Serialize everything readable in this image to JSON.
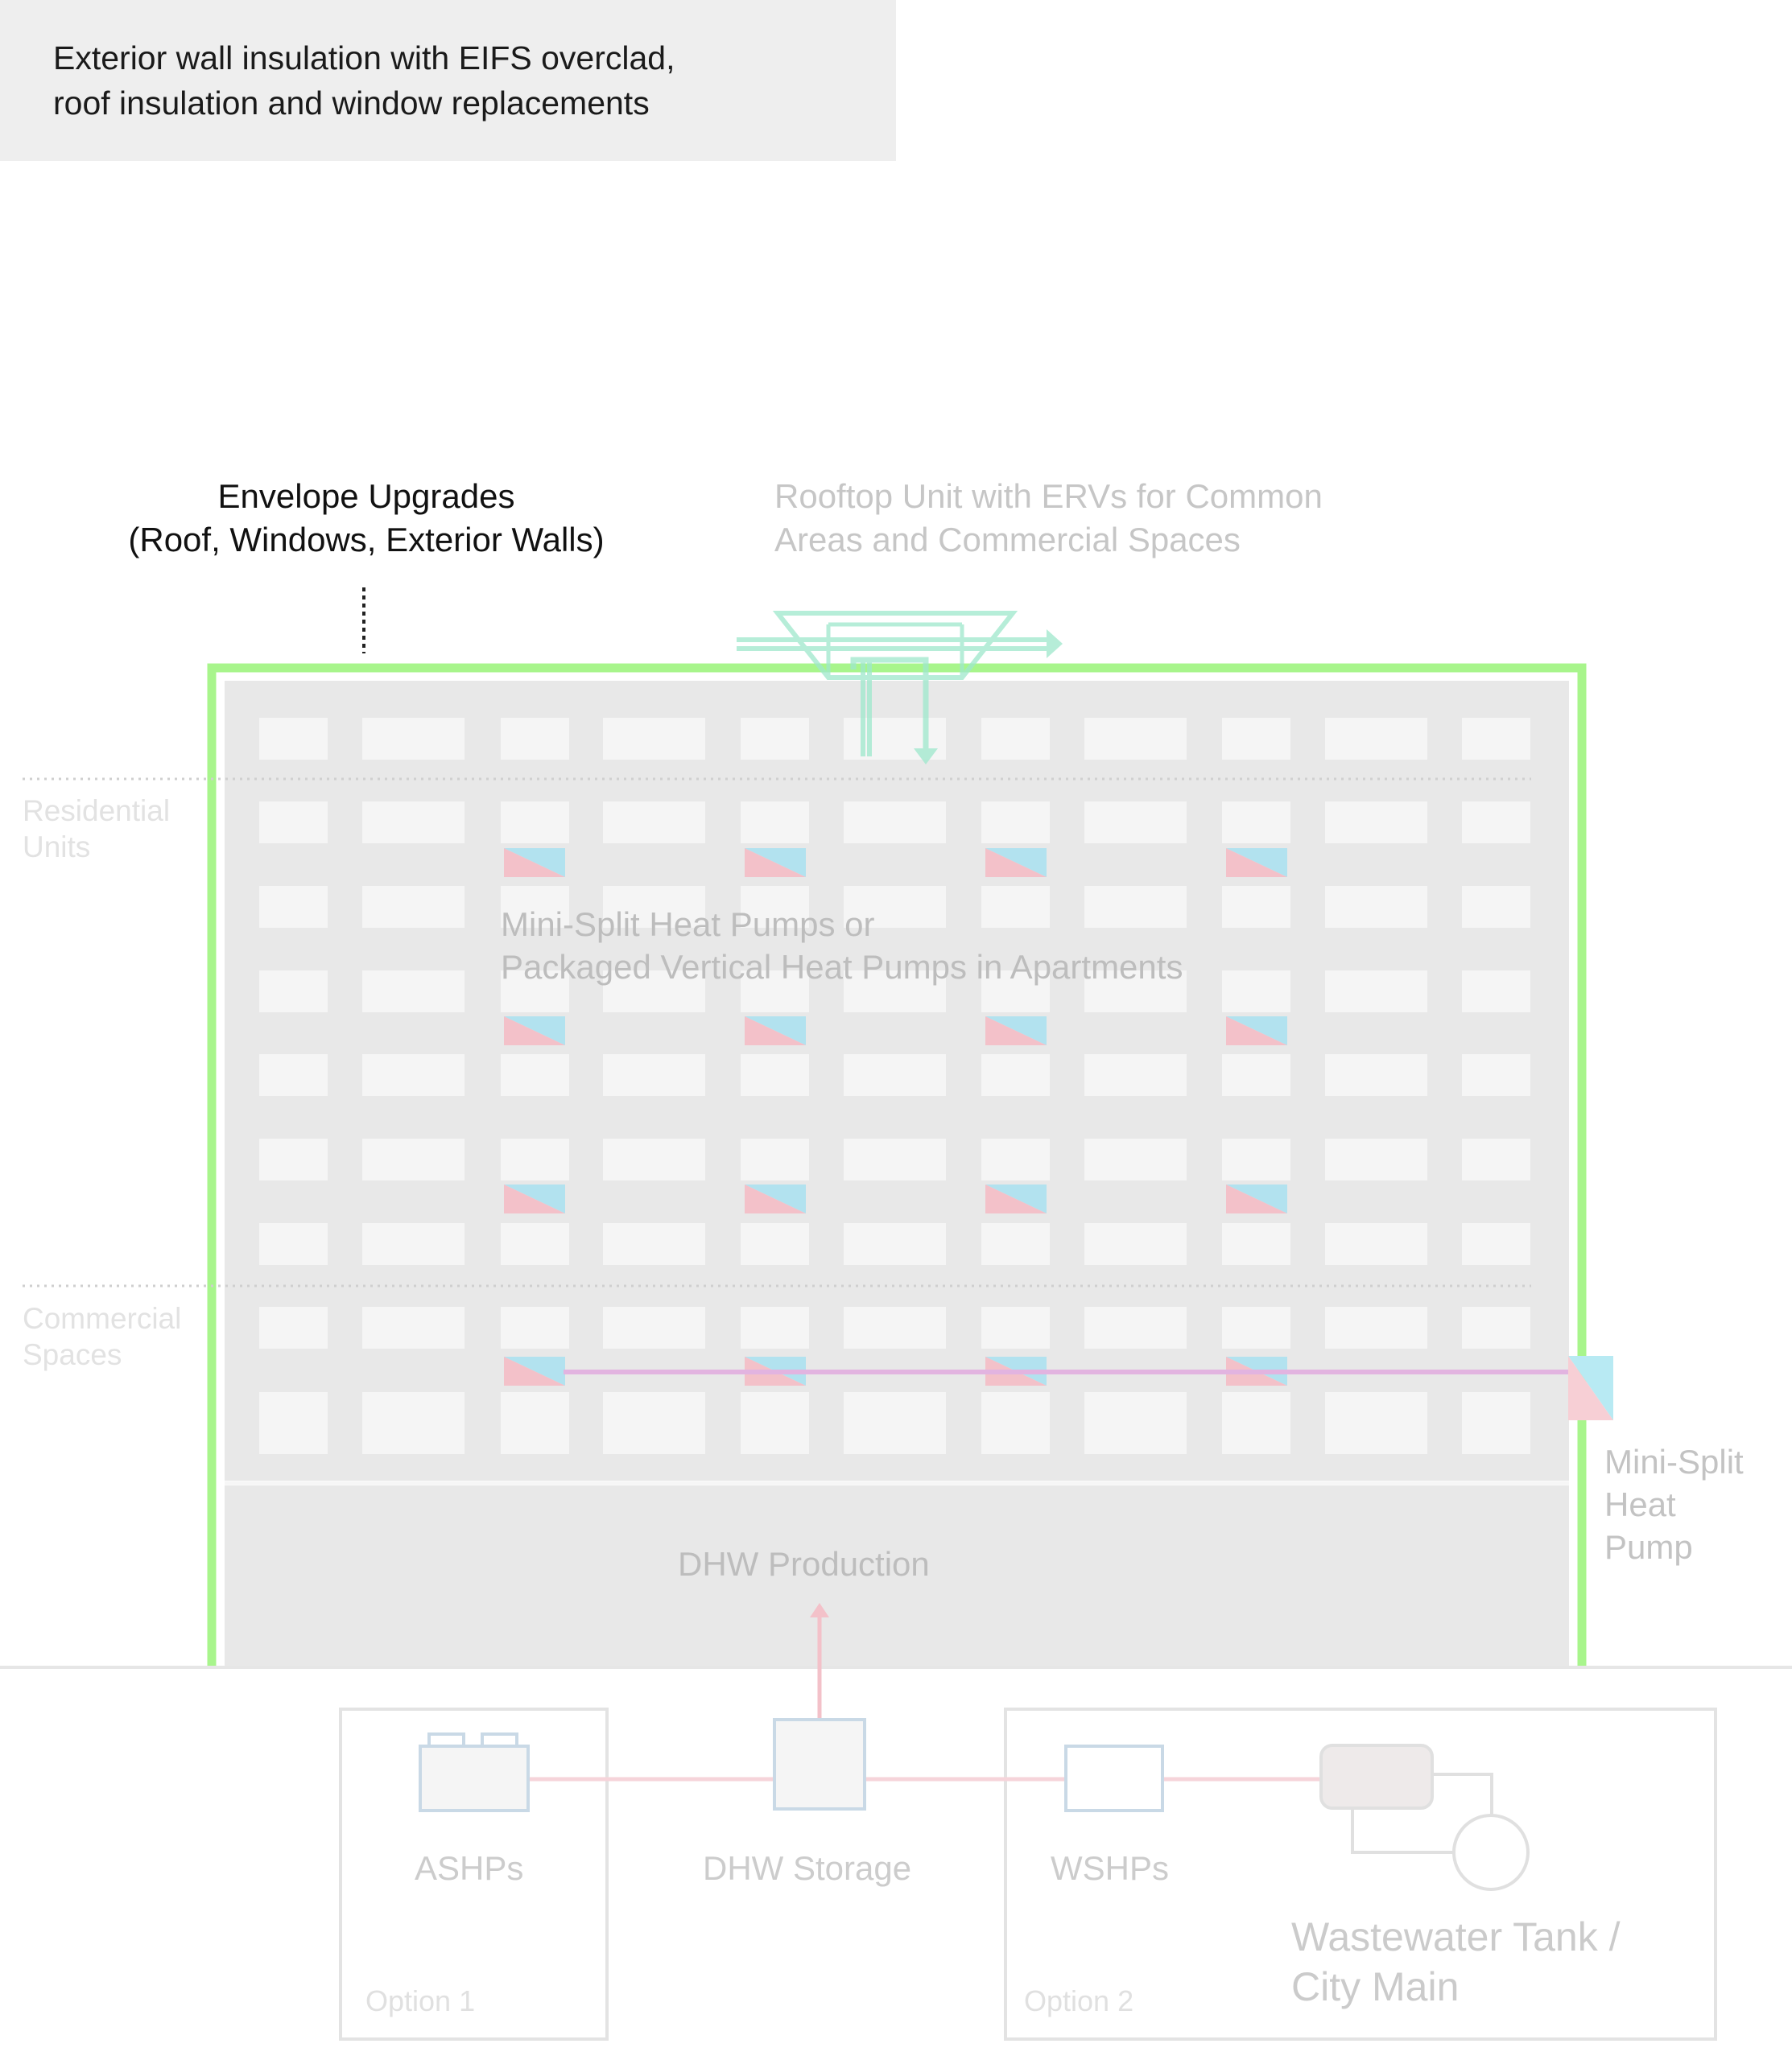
{
  "caption": {
    "lines": [
      "Exterior wall insulation with EIFS overclad,",
      "roof insulation and window replacements"
    ]
  },
  "labels": {
    "envelope": [
      "Envelope Upgrades",
      "(Roof, Windows, Exterior Walls)"
    ],
    "rooftop": [
      "Rooftop Unit with ERVs for Common",
      "Areas and Commercial Spaces"
    ],
    "residential": [
      "Residential",
      "Units"
    ],
    "commercial": [
      "Commercial",
      "Spaces"
    ],
    "minisplit_apt": [
      "Mini-Split Heat Pumps or",
      "Packaged Vertical Heat Pumps in Apartments"
    ],
    "minisplit_side": [
      "Mini-Split",
      "Heat",
      "Pump"
    ],
    "dhw_production": "DHW Production",
    "ashps": "ASHPs",
    "dhw_storage": "DHW Storage",
    "wshps": "WSHPs",
    "wastewater": [
      "Wastewater Tank /",
      "City Main"
    ],
    "option1": "Option 1",
    "option2": "Option 2"
  },
  "colors": {
    "envelope_outline": "#a8f58c",
    "building_fill": "#e8e8e8",
    "window_fill": "#f5f5f5",
    "erv": "#9ee8cc",
    "heating_red": "#f3c1c9",
    "cooling_blue": "#b2e2ef",
    "refrigerant_line": "#e2b4e0",
    "equipment_outline": "#c9d9e6"
  }
}
